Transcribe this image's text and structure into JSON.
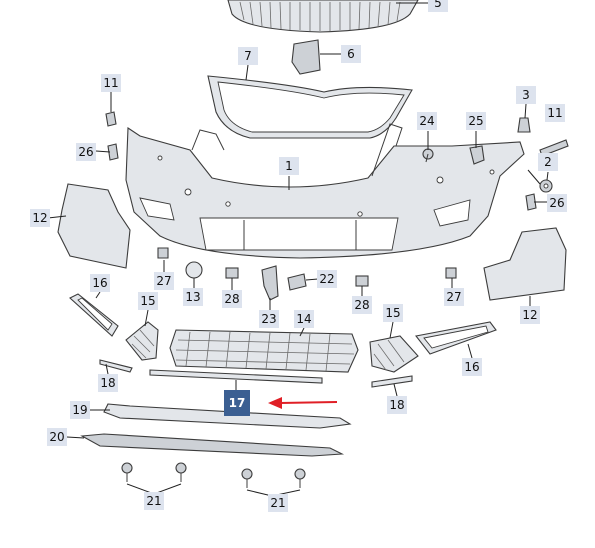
{
  "highlighted_part": "17",
  "accent_color": "#3b5f92",
  "arrow_color": "#e01f26",
  "callouts": {
    "c5": "5",
    "c6": "6",
    "c7": "7",
    "c11a": "11",
    "c1": "1",
    "c26a": "26",
    "c12a": "12",
    "c24": "24",
    "c25": "25",
    "c3": "3",
    "c11b": "11",
    "c2": "2",
    "c26b": "26",
    "c27a": "27",
    "c13": "13",
    "c28a": "28",
    "c22": "22",
    "c28b": "28",
    "c27b": "27",
    "c12b": "12",
    "c16a": "16",
    "c15a": "15",
    "c23": "23",
    "c14": "14",
    "c15b": "15",
    "c16b": "16",
    "c18a": "18",
    "c17": "17",
    "c18b": "18",
    "c19": "19",
    "c20": "20",
    "c21a": "21",
    "c21b": "21"
  }
}
